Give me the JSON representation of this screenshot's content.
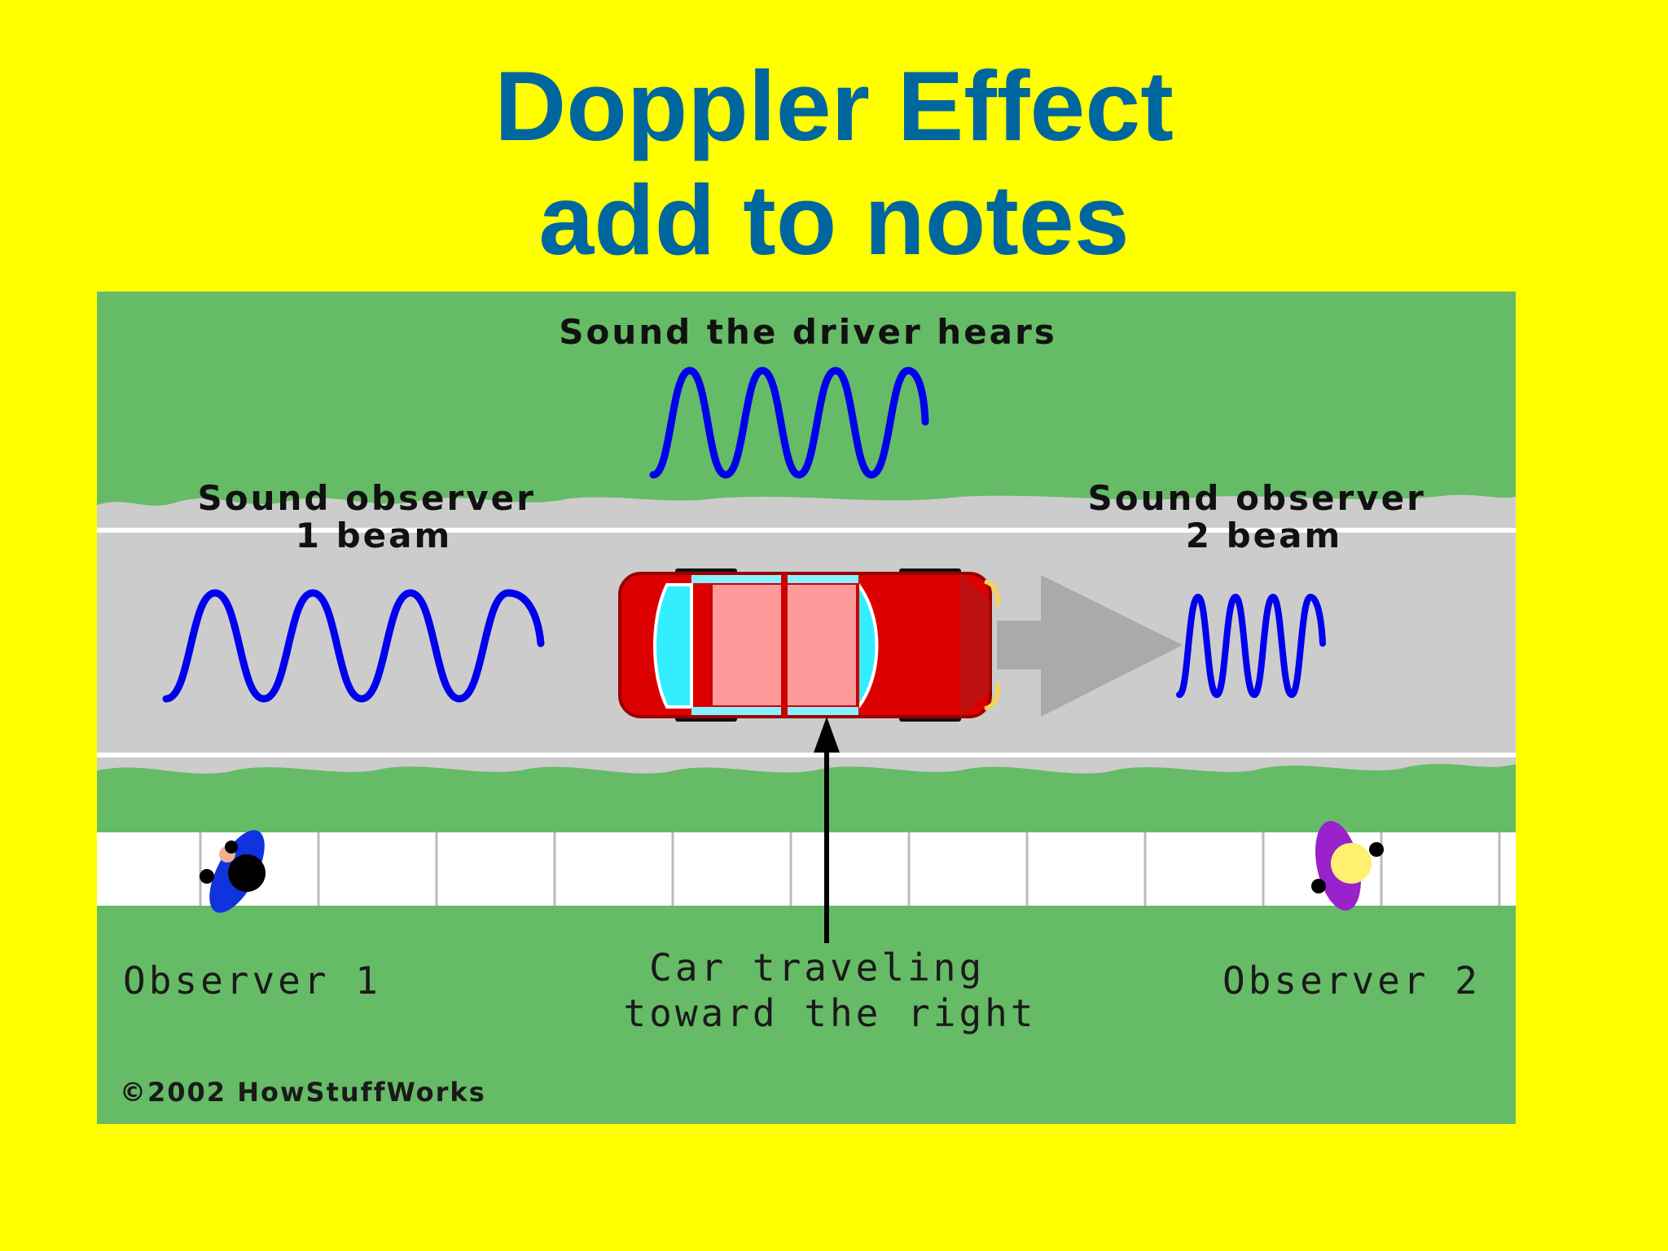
{
  "slide": {
    "title_line1": "Doppler Effect",
    "title_line2": "add to notes"
  },
  "diagram": {
    "label_driver": "Sound the driver hears",
    "label_obs1_line1": "Sound observer",
    "label_obs1_line2": "1 beam",
    "label_obs2_line1": "Sound observer",
    "label_obs2_line2": "2 beam",
    "label_observer1": "Observer 1",
    "label_observer2": "Observer 2",
    "label_car_line1": "Car traveling",
    "label_car_line2": "toward the right",
    "copyright": "©2002 HowStuffWorks"
  },
  "colors": {
    "background": "#FFFF00",
    "title": "#00679E",
    "grass": "#66BB66",
    "road": "#CCCCCC",
    "wave": "#0000EE",
    "car": "#DD0000"
  }
}
